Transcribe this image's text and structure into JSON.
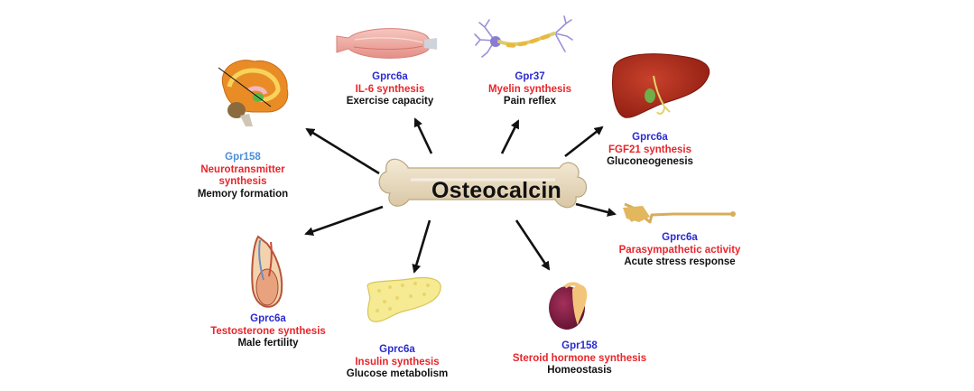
{
  "center": {
    "label": "Osteocalcin"
  },
  "targets": {
    "muscle": {
      "receptor": "Gprc6a",
      "synthesis": "IL-6 synthesis",
      "function": "Exercise capacity"
    },
    "neuron": {
      "receptor": "Gpr37",
      "synthesis": "Myelin synthesis",
      "function": "Pain reflex"
    },
    "liver": {
      "receptor": "Gprc6a",
      "synthesis": "FGF21 synthesis",
      "function": "Gluconeogenesis"
    },
    "brain": {
      "receptor": "Gpr158",
      "synthesis_line1": "Neurotransmitter",
      "synthesis_line2": "synthesis",
      "function": "Memory formation"
    },
    "nerve": {
      "receptor": "Gprc6a",
      "synthesis": "Parasympathetic activity",
      "function": "Acute stress response"
    },
    "testis": {
      "receptor": "Gprc6a",
      "synthesis": "Testosterone synthesis",
      "function": "Male fertility"
    },
    "pancreas": {
      "receptor": "Gprc6a",
      "synthesis": "Insulin synthesis",
      "function": "Glucose metabolism"
    },
    "adrenal": {
      "receptor": "Gpr158",
      "synthesis": "Steroid hormone synthesis",
      "function": "Homeostasis"
    }
  },
  "colors": {
    "receptor": "#2b2bd0",
    "receptor_brain": "#4a8fd8",
    "synthesis": "#e8262b",
    "function": "#111111",
    "bone": "#e9dcc4",
    "arrow": "#111111"
  },
  "icons": [
    "bone-icon",
    "muscle-icon",
    "neuron-icon",
    "liver-icon",
    "brain-icon",
    "nerve-icon",
    "testis-icon",
    "pancreas-icon",
    "adrenal-icon"
  ]
}
